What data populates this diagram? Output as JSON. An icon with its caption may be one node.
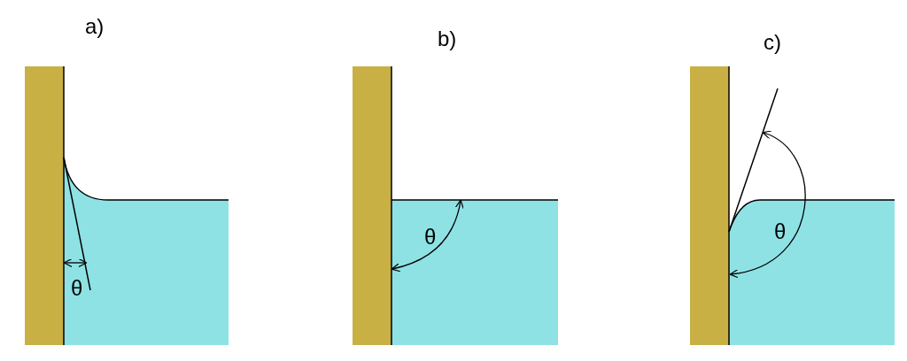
{
  "diagram": {
    "labels": [
      "a)",
      "b)",
      "c)",
      "θ",
      "θ",
      "θ"
    ]
  }
}
